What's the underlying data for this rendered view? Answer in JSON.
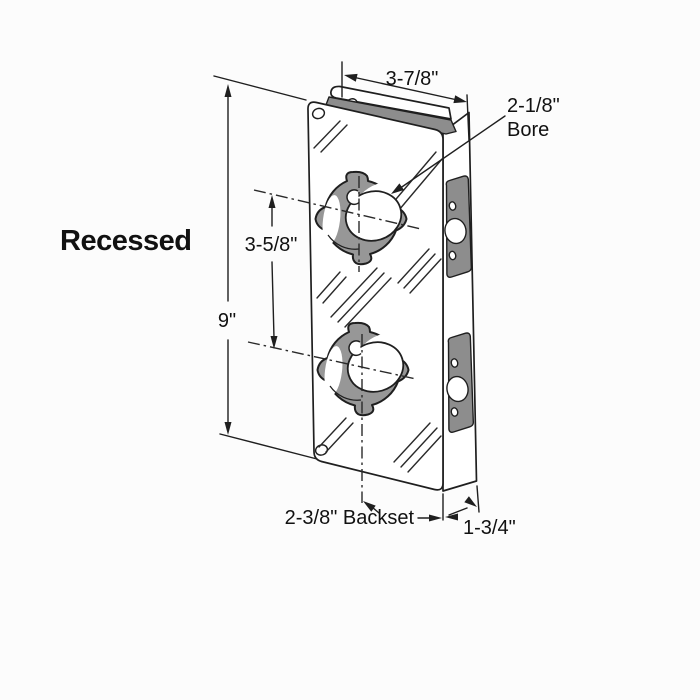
{
  "title": "Recessed",
  "annotations": {
    "width_dim": "3-7/8\"",
    "bore_dim_line1": "2-1/8\"",
    "bore_dim_line2": "Bore",
    "hole_spacing_dim": "3-5/8\"",
    "height_dim": "9\"",
    "backset_dim": "2-3/8\" Backset",
    "thickness_dim": "1-3/4\""
  },
  "colors": {
    "line": "#1f1f1f",
    "recess_gray": "#979797",
    "plate_gray": "#8d8d8d",
    "background": "#fcfcfc"
  }
}
